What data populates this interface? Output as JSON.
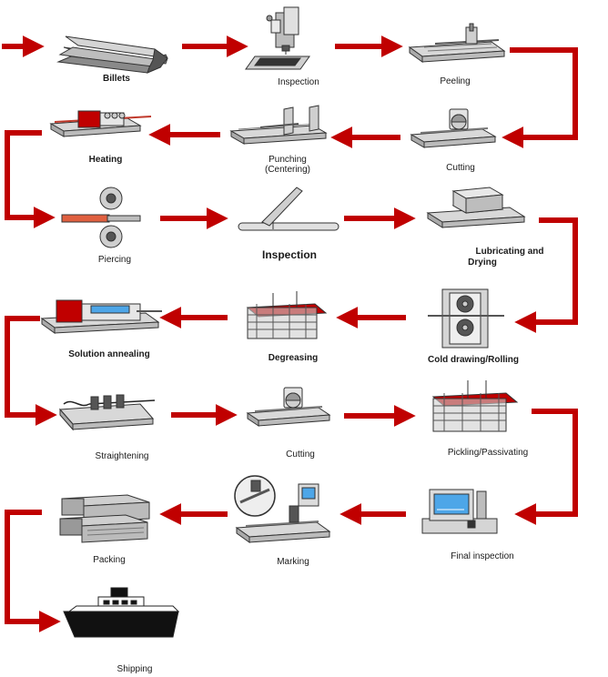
{
  "diagram": {
    "arrow_color": "#c00000",
    "steps": [
      {
        "id": "billets",
        "label": "Billets",
        "icon": "billets-icon"
      },
      {
        "id": "inspection-1",
        "label": "Inspection",
        "icon": "inspection-machine-icon"
      },
      {
        "id": "peeling",
        "label": "Peeling",
        "icon": "peeling-machine-icon"
      },
      {
        "id": "cutting-1",
        "label": "Cutting",
        "icon": "cutting-saw-icon"
      },
      {
        "id": "punching",
        "label_line1": "Punching",
        "label_line2": "(Centering)",
        "icon": "punching-machine-icon"
      },
      {
        "id": "heating",
        "label": "Heating",
        "icon": "heating-furnace-icon"
      },
      {
        "id": "piercing",
        "label": "Piercing",
        "icon": "piercing-rolls-icon"
      },
      {
        "id": "inspection-2",
        "label": "Inspection",
        "icon": "tube-inspection-icon"
      },
      {
        "id": "lubricating",
        "label_line1": "Lubricating and",
        "label_line2": "Drying",
        "icon": "lubricating-tank-icon"
      },
      {
        "id": "cold-drawing",
        "label": "Cold drawing/Rolling",
        "icon": "rolling-mill-icon"
      },
      {
        "id": "degreasing",
        "label": "Degreasing",
        "icon": "degreasing-tank-icon"
      },
      {
        "id": "solution-annealing",
        "label": "Solution annealing",
        "icon": "annealing-furnace-icon"
      },
      {
        "id": "straightening",
        "label": "Straightening",
        "icon": "straightening-machine-icon"
      },
      {
        "id": "cutting-2",
        "label": "Cutting",
        "icon": "cutting-saw-icon"
      },
      {
        "id": "pickling",
        "label": "Pickling/Passivating",
        "icon": "pickling-tank-icon"
      },
      {
        "id": "final-inspection",
        "label": "Final inspection",
        "icon": "inspection-monitor-icon"
      },
      {
        "id": "marking",
        "label": "Marking",
        "icon": "marking-machine-icon"
      },
      {
        "id": "packing",
        "label": "Packing",
        "icon": "packing-boxes-icon"
      },
      {
        "id": "shipping",
        "label": "Shipping",
        "icon": "ship-icon"
      }
    ]
  }
}
